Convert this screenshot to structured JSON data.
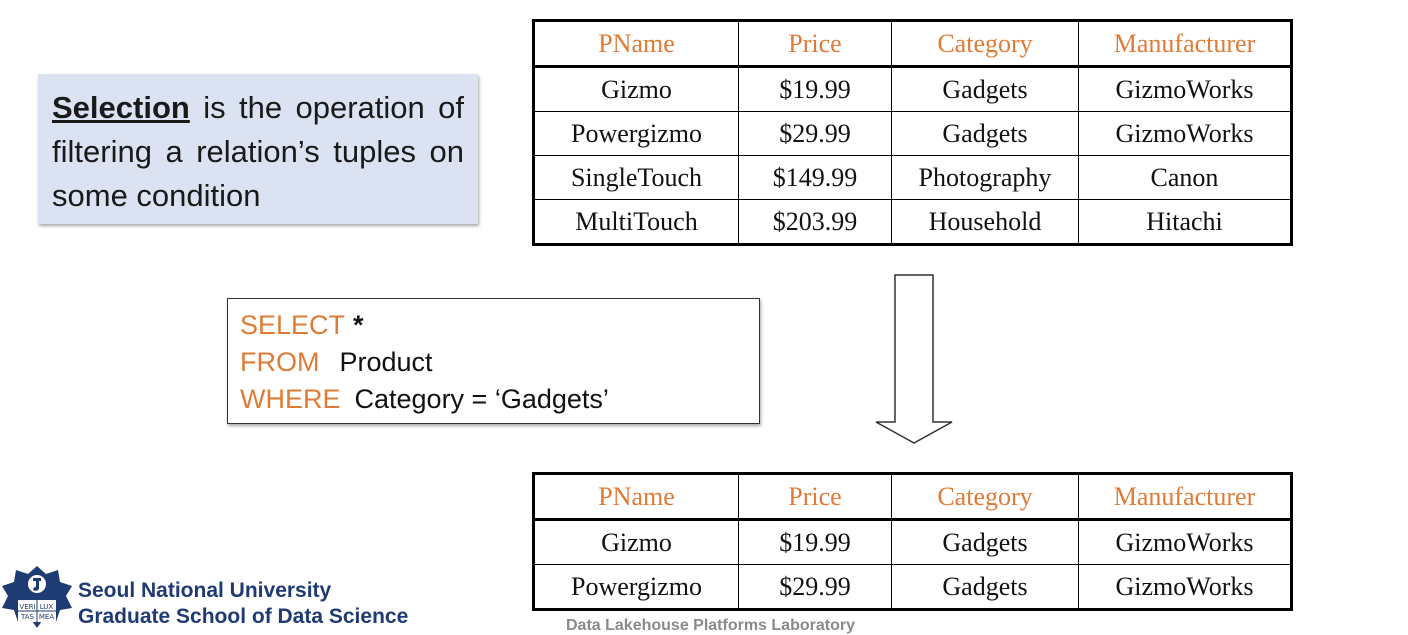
{
  "definition": {
    "term": "Selection",
    "text": " is the operation of filtering a relation’s tuples on some condition"
  },
  "query": {
    "select_kw": "SELECT",
    "select_val": "*",
    "from_kw": "FROM",
    "from_val": "Product",
    "where_kw": "WHERE",
    "where_val": "Category = ‘Gadgets’"
  },
  "input_table": {
    "headers": [
      "PName",
      "Price",
      "Category",
      "Manufacturer"
    ],
    "rows": [
      [
        "Gizmo",
        "$19.99",
        "Gadgets",
        "GizmoWorks"
      ],
      [
        "Powergizmo",
        "$29.99",
        "Gadgets",
        "GizmoWorks"
      ],
      [
        "SingleTouch",
        "$149.99",
        "Photography",
        "Canon"
      ],
      [
        "MultiTouch",
        "$203.99",
        "Household",
        "Hitachi"
      ]
    ]
  },
  "output_table": {
    "headers": [
      "PName",
      "Price",
      "Category",
      "Manufacturer"
    ],
    "rows": [
      [
        "Gizmo",
        "$19.99",
        "Gadgets",
        "GizmoWorks"
      ],
      [
        "Powergizmo",
        "$29.99",
        "Gadgets",
        "GizmoWorks"
      ]
    ]
  },
  "footer": {
    "university": "Seoul National University",
    "school": "Graduate School of Data Science",
    "lab": "Data Lakehouse Platforms Laboratory",
    "logo_motto": [
      "VERI",
      "LUX",
      "TAS",
      "MEA"
    ]
  },
  "colors": {
    "accent": "#e07b36",
    "callout_bg": "#dbe3f2",
    "university_blue": "#1f3b73"
  }
}
